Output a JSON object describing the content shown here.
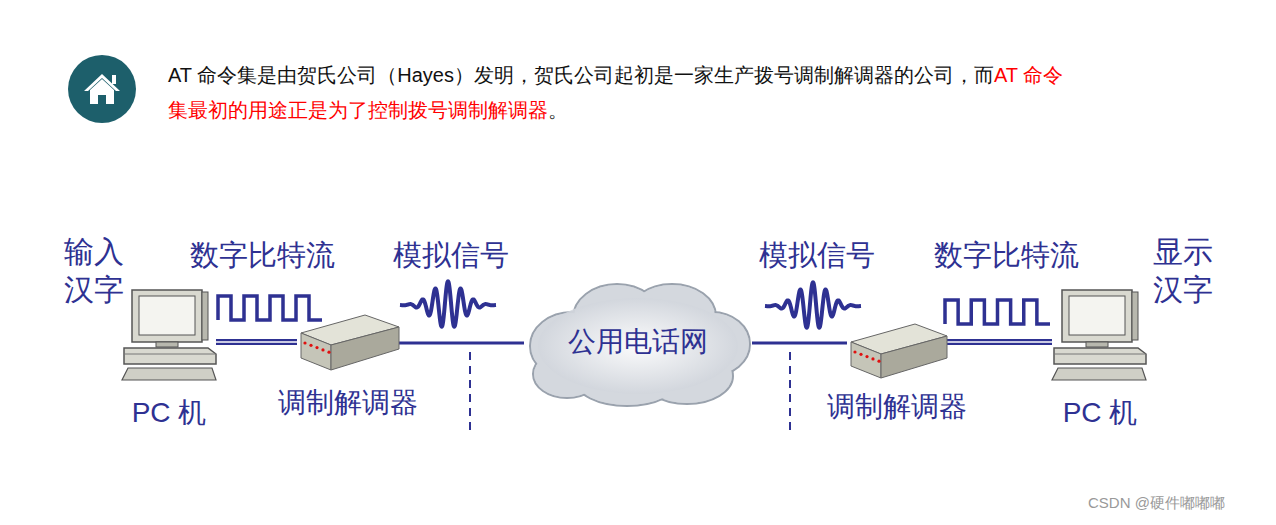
{
  "diagram": {
    "nodes": [
      {
        "text": [
          "PC 机"
        ]
      },
      {
        "text": [
          "调制解调器"
        ]
      },
      {
        "text": [
          "公用电话网"
        ]
      },
      {
        "text": [
          "调制解调器"
        ]
      },
      {
        "text": [
          "PC 机"
        ]
      }
    ],
    "edges": [
      {
        "from": 0,
        "to": 1,
        "arrow": "none"
      },
      {
        "from": 1,
        "to": 2,
        "arrow": "none"
      },
      {
        "from": 2,
        "to": 3,
        "arrow": "none"
      },
      {
        "from": 3,
        "to": 4,
        "arrow": "none"
      }
    ],
    "labels": [
      "AT 命令集是由贺氏公司（Hayes）发明，贺氏公司起初是一家生产拨号调制解调器的公司，而",
      "AT 命令集最初的用途正是为了控制拨号调制解调器",
      "。",
      "输入 汉字",
      "数字比特流",
      "模拟信号",
      "模拟信号",
      "数字比特流",
      "显示 汉字",
      "CSDN @硬件嘟嘟嘟"
    ]
  }
}
